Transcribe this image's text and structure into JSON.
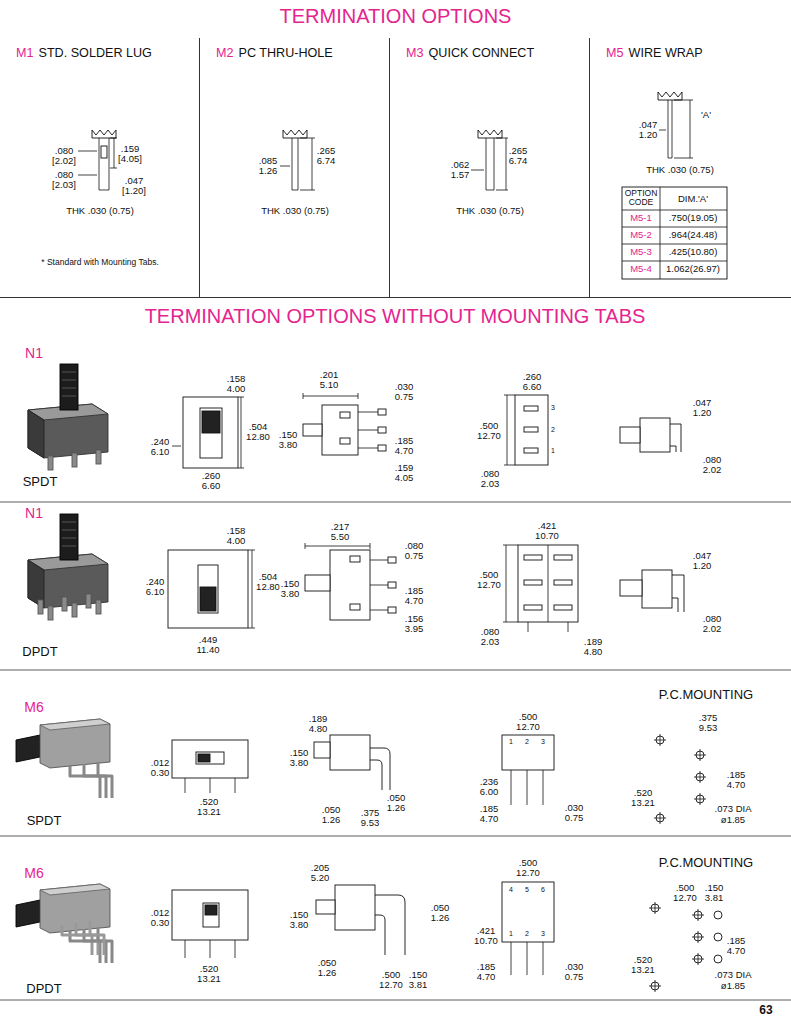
{
  "diagram": {
    "title": "TERMINATION OPTIONS",
    "nodes": [
      {
        "text": [
          "M1",
          "STD. SOLDER LUG"
        ]
      },
      {
        "text": [
          "M2",
          "PC THRU-HOLE"
        ]
      },
      {
        "text": [
          "M3",
          "QUICK CONNECT"
        ]
      },
      {
        "text": [
          "M5",
          "WIRE WRAP"
        ]
      }
    ],
    "labels": [
      ".080 [2.02]",
      ".080 [2.03]",
      ".159 [4.05]",
      ".047 [1.20]",
      "THK .030 (0.75)",
      "* Standard with Mounting Tabs.",
      ".085 1.26",
      ".265 6.74",
      "THK .030 (0.75)",
      ".062 1.57",
      ".265 6.74",
      "THK .030 (0.75)",
      "'A'",
      ".047 1.20",
      "THK .030 (0.75)",
      "OPTION CODE",
      "DIM.'A'",
      "M5-1",
      ".750(19.05)",
      "M5-2",
      ".964(24.48)",
      "M5-3",
      ".425(10.80)",
      "M5-4",
      "1.062(26.97)",
      "TERMINATION OPTIONS WITHOUT MOUNTING TABS",
      "N1",
      "SPDT",
      ".158 4.00",
      ".240 6.10",
      ".504 12.80",
      ".260 6.60",
      ".201 5.10",
      ".030 0.75",
      ".150 3.80",
      ".185 4.70",
      ".159 4.05",
      ".260 6.60",
      ".500 12.70",
      ".080 2.03",
      "3",
      "2",
      "1",
      ".047 1.20",
      ".080 2.02",
      "N1",
      "DPDT",
      ".158 4.00",
      ".240 6.10",
      ".504 12.80",
      ".449 11.40",
      ".217 5.50",
      ".080 0.75",
      ".150 3.80",
      ".185 4.70",
      ".156 3.95",
      ".421 10.70",
      ".500 12.70",
      ".080 2.03",
      ".189 4.80",
      ".047 1.20",
      ".080 2.02",
      "M6",
      "SPDT",
      "P.C.MOUNTING",
      ".012 0.30",
      ".520 13.21",
      ".189 4.80",
      ".150 3.80",
      ".050 1.26",
      ".050 1.26",
      ".375 9.53",
      ".500 12.70",
      "1",
      "2",
      "3",
      ".236 6.00",
      ".185 4.70",
      ".030 0.75",
      ".375 9.53",
      ".520 13.21",
      ".185 4.70",
      ".073 DIA",
      "ø1.85",
      "M6",
      "DPDT",
      "P.C.MOUNTING",
      ".012 0.30",
      ".520 13.21",
      ".205 5.20",
      ".050 1.26",
      ".150 3.80",
      ".050 1.26",
      ".500 12.70",
      ".150 3.81",
      ".500 12.70",
      "4",
      "5",
      "6",
      ".421 10.70",
      "1",
      "2",
      "3",
      ".185 4.70",
      ".030 0.75",
      ".500 12.70",
      ".150 3.81",
      ".520 13.21",
      ".185 4.70",
      ".073 DIA",
      "ø1.85",
      "63"
    ]
  }
}
